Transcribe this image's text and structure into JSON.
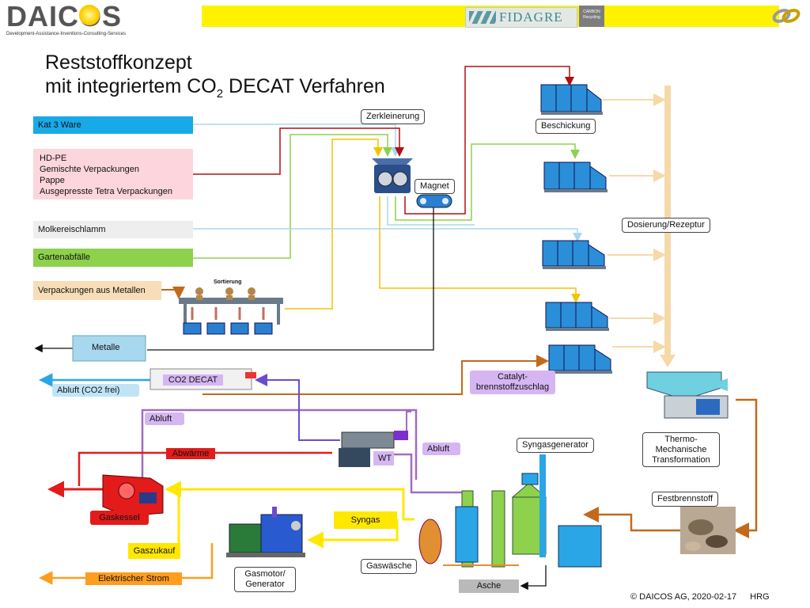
{
  "header": {
    "logo_text": "DAICOS",
    "logo_tagline": "Development-Assistance-Inventions-Consulting-Services",
    "partner_logo": "FIDAGRE",
    "partner_logo2_line1": "CARBON",
    "partner_logo2_line2": "Recycling",
    "corner_icon": "chain-link-icon",
    "accent_color": "#fff000"
  },
  "title": {
    "line1": "Reststoffkonzept",
    "line2_pre": "mit integriertem CO",
    "line2_sub": "2",
    "line2_post": " DECAT Verfahren"
  },
  "inputs": {
    "kat3": "Kat 3 Ware",
    "hdpe": [
      "HD-PE",
      "Gemischte Verpackungen",
      "Pappe",
      "Ausgepresste Tetra Verpackungen"
    ],
    "molkerei": "Molkereischlamm",
    "garten": "Gartenabfälle",
    "metallverpackung": "Verpackungen aus Metallen"
  },
  "labels": {
    "zerkleinerung": "Zerkleinerung",
    "magnet": "Magnet",
    "beschickung": "Beschickung",
    "dosierung": "Dosierung/Rezeptur",
    "sortierung": "Sortierung",
    "metalle": "Metalle",
    "co2decat": "CO2 DECAT",
    "abluft_co2frei": "Abluft (CO2 frei)",
    "catalyt": [
      "Catalyt-",
      "brennstoffzuschlag"
    ],
    "abluft1": "Abluft",
    "abluft2": "Abluft",
    "abwaerme": "Abwärme",
    "wt": "WT",
    "syngasgenerator": "Syngasgenerator",
    "thermo": [
      "Thermo-",
      "Mechanische",
      "Transformation"
    ],
    "festbrennstoff": "Festbrennstoff",
    "gaskessel": "Gaskessel",
    "syngas": "Syngas",
    "gaszukauf": "Gaszukauf",
    "gasmotor": [
      "Gasmotor/",
      "Generator"
    ],
    "gaswaesche": "Gaswäsche",
    "asche": "Asche",
    "strom": "Elektrischer Strom"
  },
  "footer": {
    "copyright": "© DAICOS AG, 2020-02-17",
    "author": "HRG"
  },
  "colors": {
    "kat3": "#18a9e8",
    "hdpe": "#fcd6dc",
    "molkerei": "#eeeeee",
    "garten": "#8ed14c",
    "metall": "#f7ddb8",
    "hopper": "#2a7fd0",
    "dosier": "#f6d9a8",
    "syngas": "#ffe800",
    "abwaerme": "#e31b1b",
    "strom": "#ff9d1e",
    "catalyt": "#d5b6f2",
    "abluft": "#a06bc8"
  }
}
